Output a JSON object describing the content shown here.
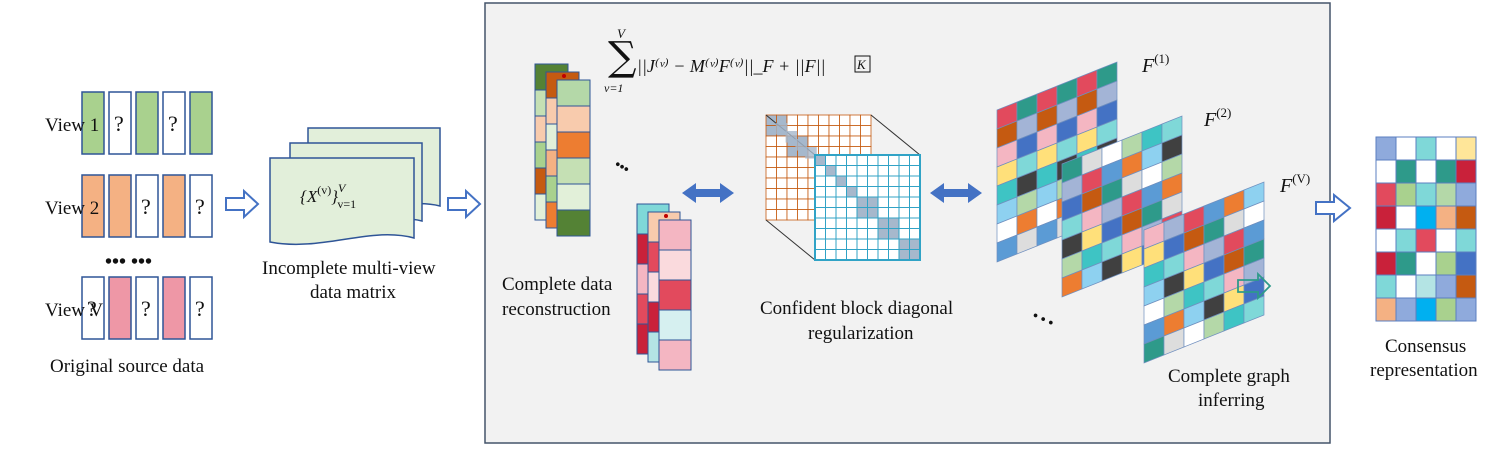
{
  "colors": {
    "panel_bg": "#f2f2f2",
    "panel_border": "#44546a",
    "green": "#a9d18e",
    "orange": "#f4b183",
    "pink": "#ee97a6",
    "doc_fill": "#e2efda",
    "outline": "#2f5597",
    "arrow_blue": "#4472c4",
    "grid_orange": "#c55a11",
    "grid_teal": "#31a3c6",
    "diag_gray": "#a6b8cc"
  },
  "views": [
    {
      "label": "View 1",
      "cells": [
        "green",
        "?",
        "green",
        "?",
        "green"
      ]
    },
    {
      "label": "View 2",
      "cells": [
        "orange",
        "orange",
        "?",
        "orange",
        "?"
      ]
    },
    {
      "label": "View V",
      "cells": [
        "?",
        "pink",
        "?",
        "pink",
        "?"
      ]
    }
  ],
  "views_ellipsis": "••• •••",
  "question_mark": "?",
  "original_caption": "Original source data",
  "data_matrix": {
    "symbol": "X",
    "sup": "(v)",
    "range_sub": "v=1",
    "range_sup": "V",
    "caption_line1": "Incomplete multi-view",
    "caption_line2": "data matrix"
  },
  "objective": {
    "sum_sup": "V",
    "sum_sub": "v=1",
    "expr": "||J⁽ᵛ⁾ − M⁽ᵛ⁾F⁽ᵛ⁾||_F + ||F||",
    "kernel_box": "K"
  },
  "reconstruction": {
    "caption_line1": "Complete data",
    "caption_line2": "reconstruction",
    "ellipsis": "•••",
    "stack_a": [
      "#b4d8a8",
      "#f8cbad",
      "#ed7d31",
      "#c5e0b4",
      "#e2f0d9",
      "#548235"
    ],
    "stack_b": [
      "#f4b6c2",
      "#fadadd",
      "#e24a5d",
      "#d6f0f0",
      "#f4b6c2"
    ]
  },
  "block_diag": {
    "caption_line1": "Confident block diagonal",
    "caption_line2": "regularization"
  },
  "graphs": {
    "labels": [
      {
        "main": "F",
        "sup": "(1)"
      },
      {
        "main": "F",
        "sup": "(2)"
      },
      {
        "main": "F",
        "sup": "(V)"
      }
    ],
    "ellipsis": "• • •",
    "caption_line1": "Complete graph",
    "caption_line2": "inferring",
    "palette": [
      "#3ec4c4",
      "#8ed1f0",
      "#4472c4",
      "#ffe07a",
      "#e24a5d",
      "#c55a11",
      "#ffffff",
      "#dddddd",
      "#404040",
      "#b4d8a8",
      "#f4b6c2",
      "#7fd8d8",
      "#2e9a8a",
      "#a3b4d6",
      "#ed7d31",
      "#5b9bd5"
    ]
  },
  "consensus": {
    "caption_line1": "Consensus",
    "caption_line2": "representation",
    "cells": [
      "#8faadc",
      "#ffffff",
      "#7fd8d8",
      "#ffffff",
      "#ffe699",
      "#ffffff",
      "#2e9a8a",
      "#ffffff",
      "#2e9a8a",
      "#c9213a",
      "#e24a5d",
      "#a9d18e",
      "#7fd8d8",
      "#b4d8a8",
      "#8faadc",
      "#c9213a",
      "#ffffff",
      "#00b0f0",
      "#f4b183",
      "#c55a11",
      "#ffffff",
      "#7fd8d8",
      "#e24a5d",
      "#ffffff",
      "#7fd8d8",
      "#c9213a",
      "#2e9a8a",
      "#ffffff",
      "#a9d18e",
      "#4472c4",
      "#7fd8d8",
      "#ffffff",
      "#b4e4e4",
      "#8faadc",
      "#c55a11",
      "#f4b183",
      "#8faadc",
      "#00b0f0",
      "#a9d18e",
      "#8faadc"
    ]
  }
}
